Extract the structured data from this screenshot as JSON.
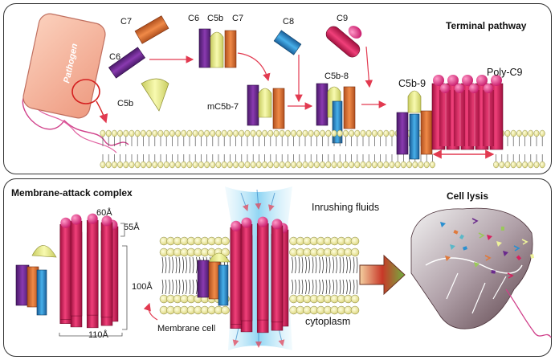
{
  "top_panel": {
    "title": "Terminal pathway",
    "pathogen": "Pathogen",
    "labels": {
      "c7_free": "C7",
      "c6_free": "C6",
      "c5b_free": "C5b",
      "c6_complex": "C6",
      "c5b_complex": "C5b",
      "c7_complex": "C7",
      "c8": "C8",
      "c9": "C9",
      "mc5b7": "mC5b-7",
      "c5b8": "C5b-8",
      "c5b9": "C5b-9",
      "polyc9": "Poly-C9"
    }
  },
  "bottom_panel": {
    "mac_title": "Membrane-attack complex",
    "dim_60": "60Å",
    "dim_55": "55Å",
    "dim_100": "100Å",
    "dim_110": "110Å",
    "membrane_cell": "Membrane cell",
    "inrushing": "Inrushing fluids",
    "cytoplasm": "cytoplasm",
    "cell_lysis": "Cell lysis"
  },
  "colors": {
    "purple": "#6a2a8c",
    "yellow": "#eef29a",
    "orange": "#e07a3c",
    "blue": "#2a8fd0",
    "magenta": "#d8205e",
    "pink_top": "#e8449a",
    "membrane_head": "#f2f0b8",
    "pathogen": "#f7b9a2",
    "arrow_red": "#e23a50"
  }
}
